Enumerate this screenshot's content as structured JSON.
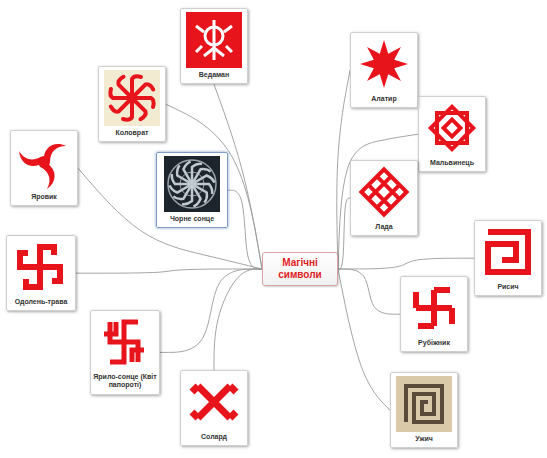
{
  "diagram": {
    "nodes": [
      {
        "text": [
          "Магічні символи"
        ]
      },
      {
        "text": [
          "Ведаман"
        ]
      },
      {
        "text": [
          "Алатир"
        ]
      },
      {
        "text": [
          "Коловрат"
        ]
      },
      {
        "text": [
          "Мальвинець"
        ]
      },
      {
        "text": [
          "Яровик"
        ]
      },
      {
        "text": [
          "Лада"
        ]
      },
      {
        "text": [
          "Чорне сонце"
        ]
      },
      {
        "text": [
          "Рисич"
        ]
      },
      {
        "text": [
          "Одолень-трава"
        ]
      },
      {
        "text": [
          "Рубіжник"
        ]
      },
      {
        "text": [
          "Ярило-сонце (Квіт папороті)"
        ]
      },
      {
        "text": [
          "Солард"
        ]
      },
      {
        "text": [
          "Ужич"
        ]
      }
    ],
    "edges": [
      {
        "from": 0,
        "to": 1,
        "arrow": "none"
      },
      {
        "from": 0,
        "to": 2,
        "arrow": "none"
      },
      {
        "from": 0,
        "to": 3,
        "arrow": "none"
      },
      {
        "from": 0,
        "to": 4,
        "arrow": "none"
      },
      {
        "from": 0,
        "to": 5,
        "arrow": "none"
      },
      {
        "from": 0,
        "to": 6,
        "arrow": "none"
      },
      {
        "from": 0,
        "to": 7,
        "arrow": "none"
      },
      {
        "from": 0,
        "to": 8,
        "arrow": "none"
      },
      {
        "from": 0,
        "to": 9,
        "arrow": "none"
      },
      {
        "from": 0,
        "to": 10,
        "arrow": "none"
      },
      {
        "from": 0,
        "to": 11,
        "arrow": "none"
      },
      {
        "from": 0,
        "to": 12,
        "arrow": "none"
      },
      {
        "from": 0,
        "to": 13,
        "arrow": "none"
      }
    ]
  }
}
